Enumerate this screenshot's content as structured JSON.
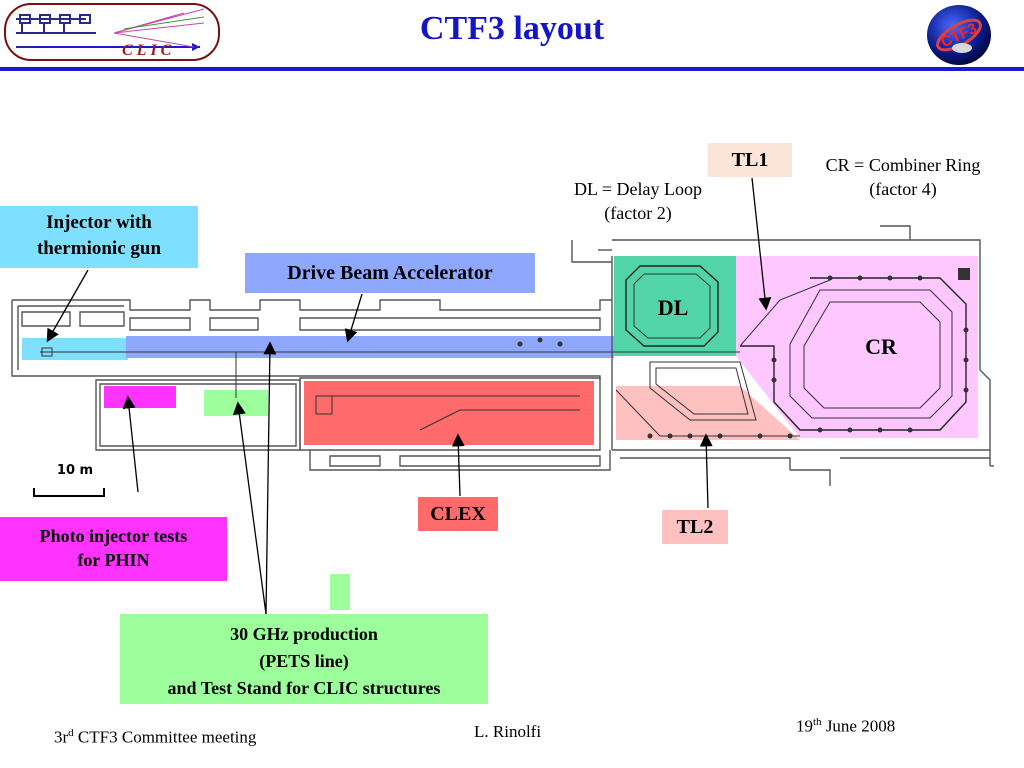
{
  "title": "CTF3 layout",
  "logos": {
    "left_text": "CLIC",
    "right_text": "CTF3"
  },
  "labels": {
    "injector_line1": "Injector with",
    "injector_line2": "thermionic gun",
    "drive_beam": "Drive Beam Accelerator",
    "tl1": "TL1",
    "tl2": "TL2",
    "clex": "CLEX",
    "dl": "DL",
    "cr": "CR",
    "dl_def_line1": "DL = Delay Loop",
    "dl_def_line2": "(factor 2)",
    "cr_def_line1": "CR = Combiner Ring",
    "cr_def_line2": "(factor 4)",
    "photo_line1": "Photo injector tests",
    "photo_line2": "for PHIN",
    "ghz_line1": "30 GHz production",
    "ghz_line2": "(PETS line)",
    "ghz_line3": "and Test Stand for CLIC structures",
    "scale": "10 m"
  },
  "footer": {
    "left_pre": "3r",
    "left_sup": "d",
    "left_post": " CTF3 Committee meeting",
    "author": "L. Rinolfi",
    "date_pre": "19",
    "date_sup": "th",
    "date_post": " June 2008"
  },
  "colors": {
    "title": "#1414c8",
    "injector": "#7fdfff",
    "drive_beam": "#8fa8ff",
    "clex": "#ff6a6a",
    "dl": "#33cc99",
    "cr": "#ff99ff",
    "tl2": "#ffc0c0",
    "photo": "#ff33ff",
    "ghz": "#9cff9c"
  }
}
